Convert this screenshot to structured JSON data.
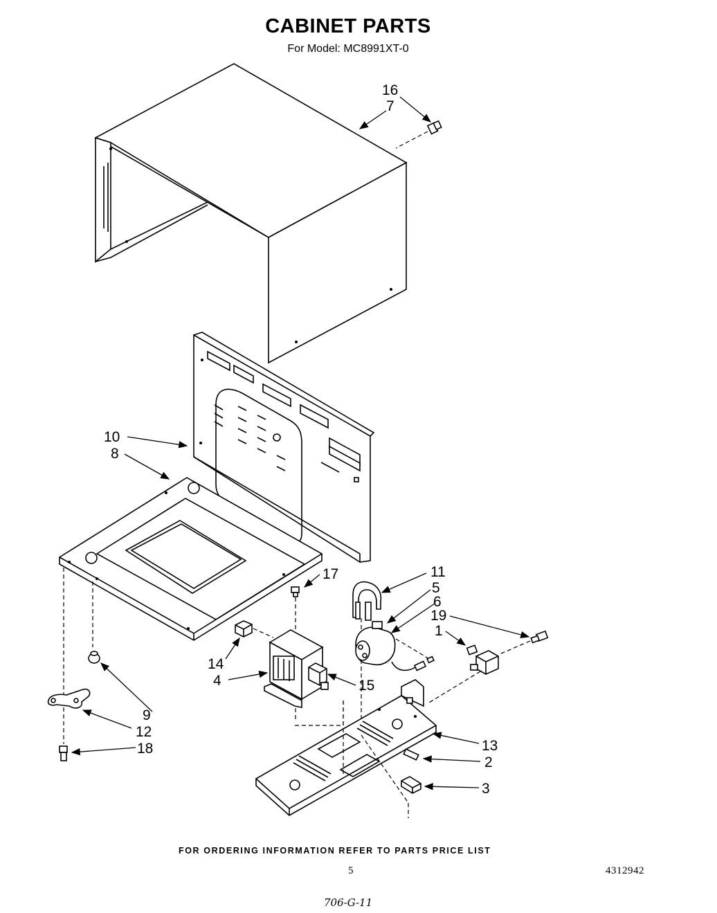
{
  "header": {
    "title": "CABINET PARTS",
    "subtitle": "For Model: MC8991XT-0"
  },
  "callouts": {
    "c16": "16",
    "c7": "7",
    "c10": "10",
    "c8": "8",
    "c17": "17",
    "c11": "11",
    "c5": "5",
    "c6": "6",
    "c19": "19",
    "c1": "1",
    "c14": "14",
    "c4": "4",
    "c15": "15",
    "c9": "9",
    "c12": "12",
    "c18": "18",
    "c13": "13",
    "c2": "2",
    "c3": "3"
  },
  "footer": {
    "ordering_note": "FOR ORDERING INFORMATION REFER TO PARTS PRICE LIST",
    "page_number": "5",
    "document_number": "4312942",
    "handwritten_code": "706-G-11"
  }
}
